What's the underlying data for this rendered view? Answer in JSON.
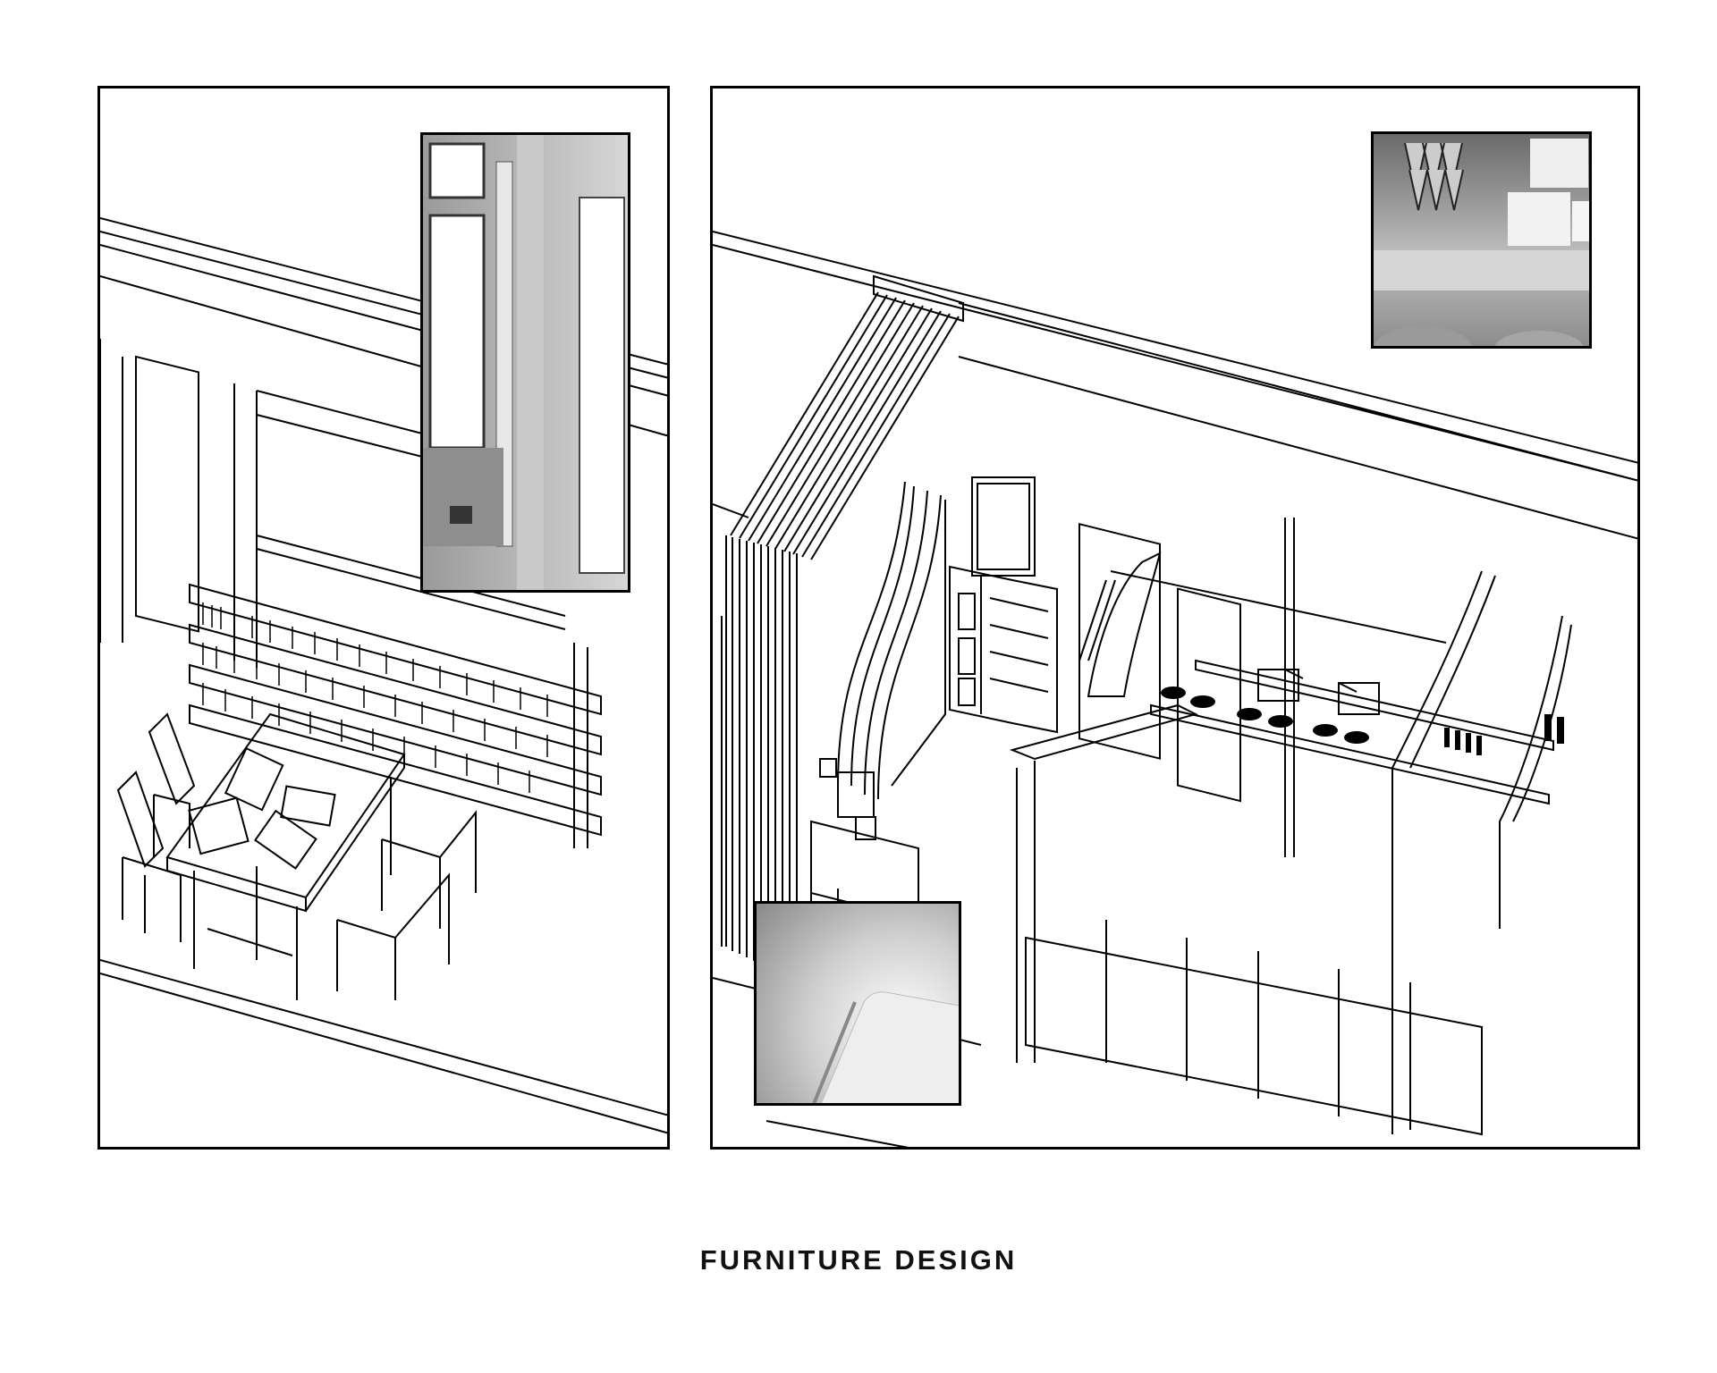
{
  "title": "FURNITURE DESIGN",
  "panels": [
    {
      "id": "left",
      "depicts": "dining table with four chairs and wall bookshelf"
    },
    {
      "id": "right",
      "depicts": "pleated partition screen, display shelving and counter"
    }
  ],
  "colors": {
    "line": "#000000",
    "background": "#ffffff",
    "render_gray": "#aaaaaa"
  }
}
